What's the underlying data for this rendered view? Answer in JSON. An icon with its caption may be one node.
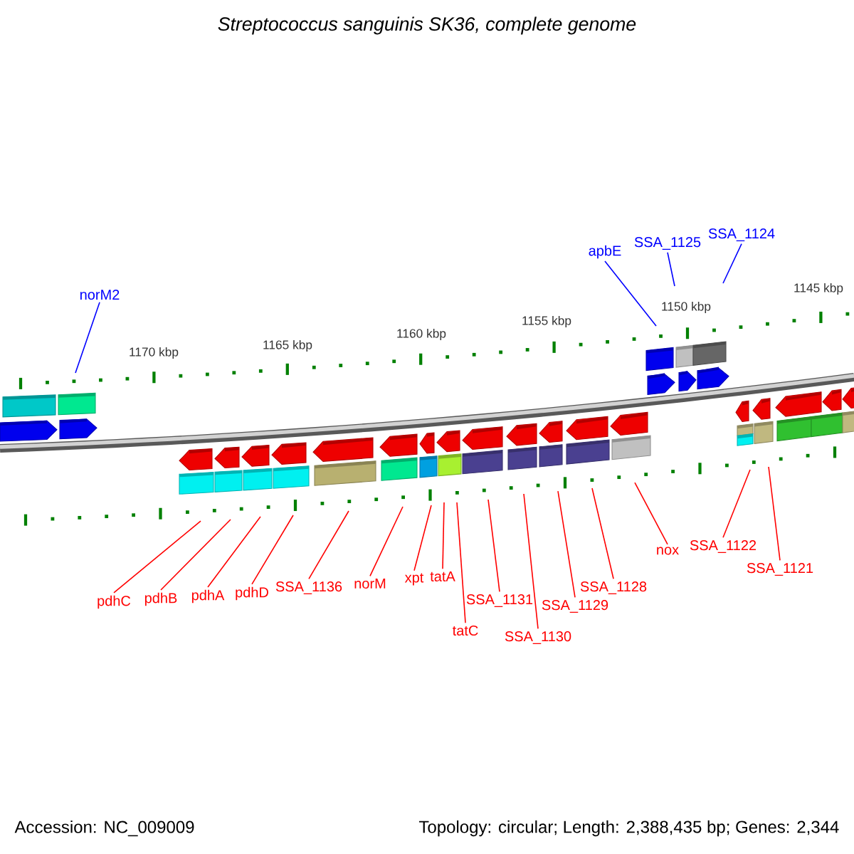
{
  "diagram": {
    "title": "Streptococcus sanguinis SK36, complete genome",
    "nodes": [
      {
        "text": [
          "norM2"
        ]
      },
      {
        "text": [
          "apbE"
        ]
      },
      {
        "text": [
          "SSA_1125"
        ]
      },
      {
        "text": [
          "SSA_1124"
        ]
      },
      {
        "text": [
          "pdhC"
        ]
      },
      {
        "text": [
          "pdhB"
        ]
      },
      {
        "text": [
          "pdhA"
        ]
      },
      {
        "text": [
          "pdhD"
        ]
      },
      {
        "text": [
          "SSA_1136"
        ]
      },
      {
        "text": [
          "norM"
        ]
      },
      {
        "text": [
          "xpt"
        ]
      },
      {
        "text": [
          "tatA"
        ]
      },
      {
        "text": [
          "tatC"
        ]
      },
      {
        "text": [
          "SSA_1131"
        ]
      },
      {
        "text": [
          "SSA_1130"
        ]
      },
      {
        "text": [
          "SSA_1129"
        ]
      },
      {
        "text": [
          "SSA_1128"
        ]
      },
      {
        "text": [
          "nox"
        ]
      },
      {
        "text": [
          "SSA_1122"
        ]
      },
      {
        "text": [
          "SSA_1121"
        ]
      }
    ],
    "edges": [
      {
        "from": 0,
        "to": null,
        "arrow": "none",
        "color": "#0000ff"
      },
      {
        "from": 1,
        "to": null,
        "arrow": "none",
        "color": "#0000ff"
      },
      {
        "from": 2,
        "to": null,
        "arrow": "none",
        "color": "#0000ff"
      },
      {
        "from": 3,
        "to": null,
        "arrow": "none",
        "color": "#0000ff"
      },
      {
        "from": 4,
        "to": null,
        "arrow": "none"
      },
      {
        "from": 5,
        "to": null,
        "arrow": "none"
      },
      {
        "from": 6,
        "to": null,
        "arrow": "none"
      },
      {
        "from": 7,
        "to": null,
        "arrow": "none"
      },
      {
        "from": 8,
        "to": null,
        "arrow": "none"
      },
      {
        "from": 9,
        "to": null,
        "arrow": "none"
      },
      {
        "from": 10,
        "to": null,
        "arrow": "none"
      },
      {
        "from": 11,
        "to": null,
        "arrow": "none"
      },
      {
        "from": 12,
        "to": null,
        "arrow": "none"
      },
      {
        "from": 13,
        "to": null,
        "arrow": "none"
      },
      {
        "from": 14,
        "to": null,
        "arrow": "none"
      },
      {
        "from": 15,
        "to": null,
        "arrow": "none"
      },
      {
        "from": 16,
        "to": null,
        "arrow": "none"
      },
      {
        "from": 17,
        "to": null,
        "arrow": "none"
      },
      {
        "from": 18,
        "to": null,
        "arrow": "none"
      },
      {
        "from": 19,
        "to": null,
        "arrow": "none"
      }
    ],
    "labels": [
      "1170 kbp",
      "1165 kbp",
      "1160 kbp",
      "1155 kbp",
      "1150 kbp",
      "1145 kbp",
      "Accession: NC_009009",
      "Topology: circular; Length: 2,388,435 bp; Genes: 2,344"
    ]
  }
}
